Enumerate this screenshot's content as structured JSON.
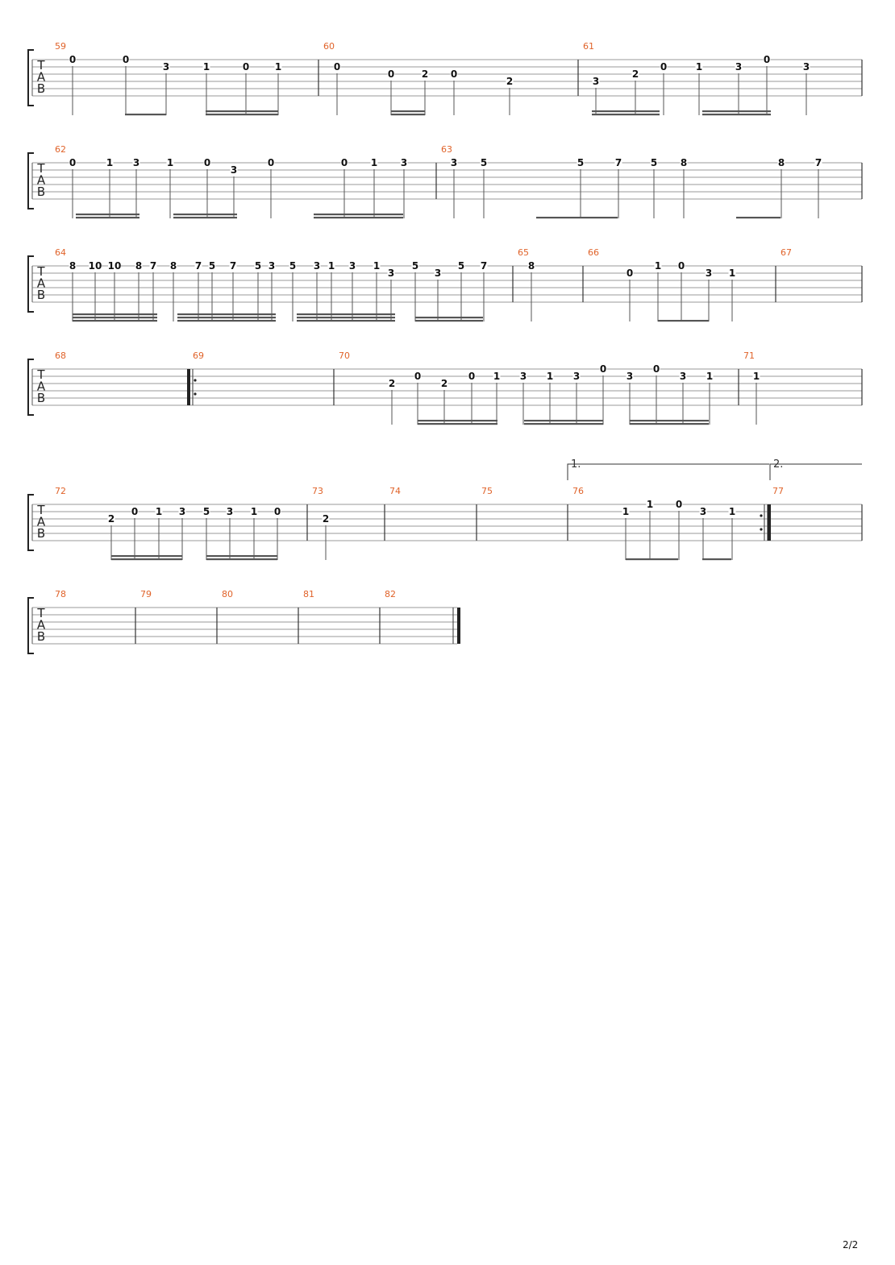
{
  "page_number": "2/2",
  "tab_clef": [
    "T",
    "A",
    "B"
  ],
  "systems": [
    {
      "measures": [
        {
          "number": "59",
          "notes": [
            {
              "s": 1,
              "f": "0"
            },
            {
              "s": 1,
              "f": "0"
            },
            {
              "s": 2,
              "f": "3"
            },
            {
              "s": 2,
              "f": "1"
            },
            {
              "s": 2,
              "f": "0"
            },
            {
              "s": 2,
              "f": "1"
            }
          ]
        },
        {
          "number": "60",
          "notes": [
            {
              "s": 2,
              "f": "0"
            },
            {
              "s": 3,
              "f": "0"
            },
            {
              "s": 3,
              "f": "2"
            },
            {
              "s": 3,
              "f": "0"
            },
            {
              "s": 4,
              "f": "2"
            }
          ]
        },
        {
          "number": "61",
          "notes": [
            {
              "s": 4,
              "f": "3"
            },
            {
              "s": 3,
              "f": "2"
            },
            {
              "s": 2,
              "f": "0"
            },
            {
              "s": 2,
              "f": "1"
            },
            {
              "s": 2,
              "f": "3"
            },
            {
              "s": 1,
              "f": "0"
            },
            {
              "s": 2,
              "f": "3"
            }
          ]
        }
      ]
    },
    {
      "measures": [
        {
          "number": "62",
          "notes": [
            {
              "s": 1,
              "f": "0"
            },
            {
              "s": 1,
              "f": "1"
            },
            {
              "s": 1,
              "f": "3"
            },
            {
              "s": 1,
              "f": "1"
            },
            {
              "s": 1,
              "f": "0"
            },
            {
              "s": 2,
              "f": "3"
            },
            {
              "s": 1,
              "f": "0"
            },
            {
              "s": 1,
              "f": "0"
            },
            {
              "s": 1,
              "f": "1"
            },
            {
              "s": 1,
              "f": "3"
            }
          ]
        },
        {
          "number": "63",
          "notes": [
            {
              "s": 1,
              "f": "3"
            },
            {
              "s": 1,
              "f": "5"
            },
            {
              "s": 1,
              "f": "5"
            },
            {
              "s": 1,
              "f": "7"
            },
            {
              "s": 1,
              "f": "5"
            },
            {
              "s": 1,
              "f": "8"
            },
            {
              "s": 1,
              "f": "8"
            },
            {
              "s": 1,
              "f": "7"
            }
          ]
        }
      ]
    },
    {
      "measures": [
        {
          "number": "64",
          "notes": [
            {
              "s": 1,
              "f": "8"
            },
            {
              "s": 1,
              "f": "10"
            },
            {
              "s": 1,
              "f": "10"
            },
            {
              "s": 1,
              "f": "8"
            },
            {
              "s": 1,
              "f": "7"
            },
            {
              "s": 1,
              "f": "8"
            },
            {
              "s": 1,
              "f": "7"
            },
            {
              "s": 1,
              "f": "5"
            },
            {
              "s": 1,
              "f": "7"
            },
            {
              "s": 1,
              "f": "5"
            },
            {
              "s": 1,
              "f": "3"
            },
            {
              "s": 1,
              "f": "5"
            },
            {
              "s": 1,
              "f": "3"
            },
            {
              "s": 1,
              "f": "1"
            },
            {
              "s": 1,
              "f": "3"
            },
            {
              "s": 1,
              "f": "1"
            },
            {
              "s": 2,
              "f": "3"
            },
            {
              "s": 1,
              "f": "5"
            },
            {
              "s": 2,
              "f": "3"
            },
            {
              "s": 1,
              "f": "5"
            },
            {
              "s": 1,
              "f": "7"
            }
          ]
        },
        {
          "number": "65",
          "notes": [
            {
              "s": 1,
              "f": "8"
            }
          ]
        },
        {
          "number": "66",
          "notes": [
            {
              "s": 2,
              "f": "0"
            },
            {
              "s": 1,
              "f": "1"
            },
            {
              "s": 1,
              "f": "0"
            },
            {
              "s": 2,
              "f": "3"
            },
            {
              "s": 2,
              "f": "1"
            }
          ]
        },
        {
          "number": "67",
          "notes": []
        }
      ]
    },
    {
      "measures": [
        {
          "number": "68",
          "notes": []
        },
        {
          "number": "69",
          "notes": []
        },
        {
          "number": "70",
          "notes": [
            {
              "s": 3,
              "f": "2"
            },
            {
              "s": 2,
              "f": "0"
            },
            {
              "s": 3,
              "f": "2"
            },
            {
              "s": 2,
              "f": "0"
            },
            {
              "s": 2,
              "f": "1"
            },
            {
              "s": 2,
              "f": "3"
            },
            {
              "s": 2,
              "f": "1"
            },
            {
              "s": 2,
              "f": "3"
            },
            {
              "s": 1,
              "f": "0"
            },
            {
              "s": 2,
              "f": "3"
            },
            {
              "s": 1,
              "f": "0"
            },
            {
              "s": 2,
              "f": "3"
            },
            {
              "s": 2,
              "f": "1"
            }
          ]
        },
        {
          "number": "71",
          "notes": [
            {
              "s": 2,
              "f": "1"
            }
          ]
        }
      ]
    },
    {
      "voltas": [
        "1.",
        "2."
      ],
      "measures": [
        {
          "number": "72",
          "notes": [
            {
              "s": 3,
              "f": "2"
            },
            {
              "s": 2,
              "f": "0"
            },
            {
              "s": 2,
              "f": "1"
            },
            {
              "s": 2,
              "f": "3"
            },
            {
              "s": 2,
              "f": "5"
            },
            {
              "s": 2,
              "f": "3"
            },
            {
              "s": 2,
              "f": "1"
            },
            {
              "s": 2,
              "f": "0"
            }
          ]
        },
        {
          "number": "73",
          "notes": [
            {
              "s": 3,
              "f": "2"
            }
          ]
        },
        {
          "number": "74",
          "notes": []
        },
        {
          "number": "75",
          "notes": []
        },
        {
          "number": "76",
          "notes": [
            {
              "s": 2,
              "f": "1"
            },
            {
              "s": 1,
              "f": "1"
            },
            {
              "s": 1,
              "f": "0"
            },
            {
              "s": 2,
              "f": "3"
            },
            {
              "s": 2,
              "f": "1"
            }
          ]
        },
        {
          "number": "77",
          "notes": []
        }
      ]
    },
    {
      "measures": [
        {
          "number": "78",
          "notes": []
        },
        {
          "number": "79",
          "notes": []
        },
        {
          "number": "80",
          "notes": []
        },
        {
          "number": "81",
          "notes": []
        },
        {
          "number": "82",
          "notes": []
        }
      ]
    }
  ]
}
